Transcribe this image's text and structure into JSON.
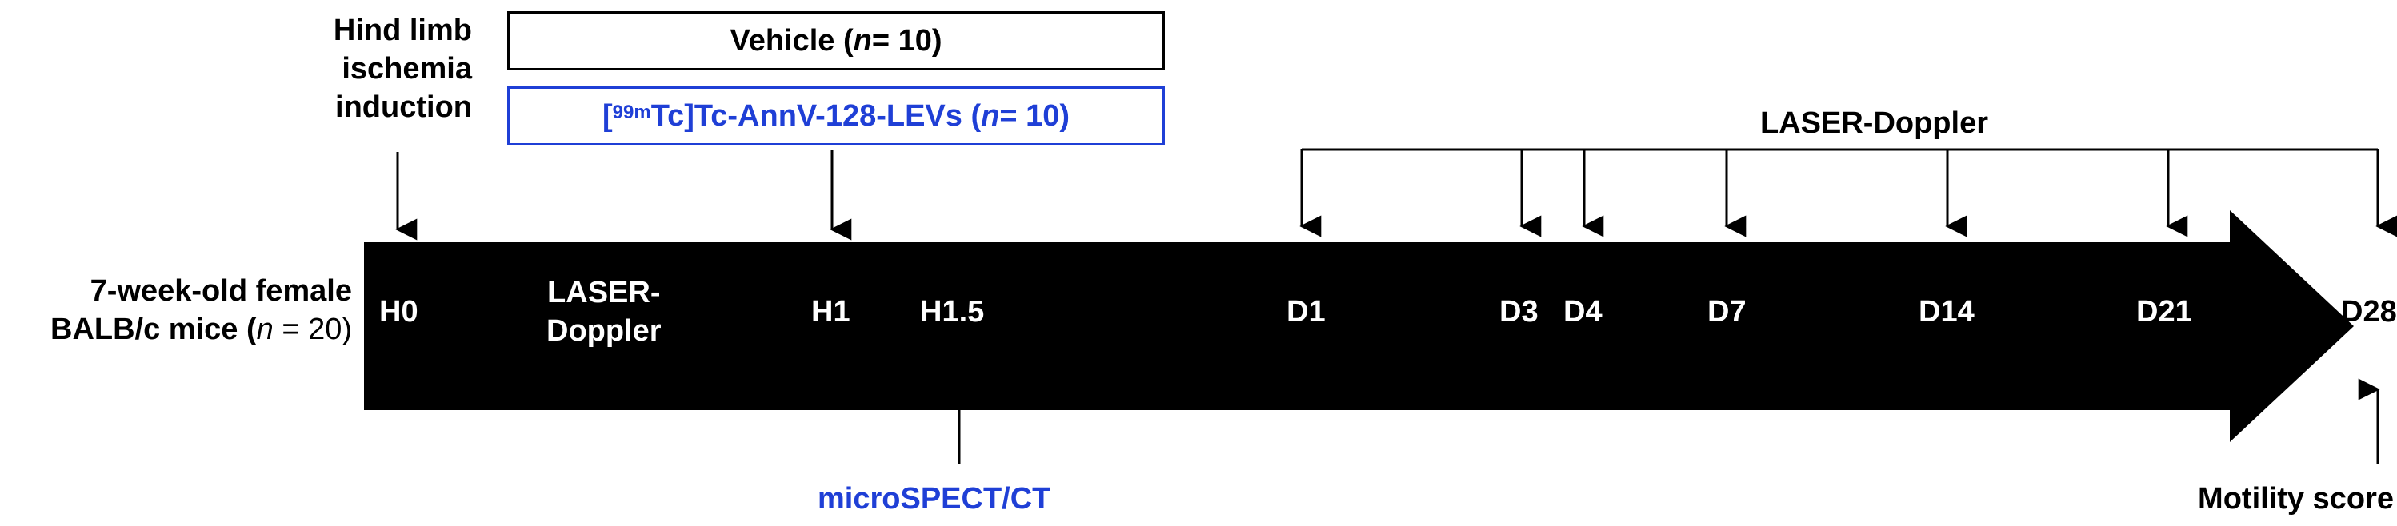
{
  "subjects": {
    "line1": "7-week-old female",
    "line2_prefix": "BALB/c mice (",
    "line2_n": "n",
    "line2_suffix": " = 20)"
  },
  "induction": {
    "line1": "Hind limb",
    "line2": "ischemia",
    "line3": "induction"
  },
  "groups": {
    "vehicle_prefix": "Vehicle (",
    "vehicle_n": "n",
    "vehicle_suffix": " = 10)",
    "treatment_bracket_open": "[",
    "treatment_sup": "99m",
    "treatment_rest": "Tc]Tc-AnnV-128-LEVs (",
    "treatment_n": "n",
    "treatment_suffix": " = 10)"
  },
  "timeline": {
    "H0": "H0",
    "laser_line1": "LASER-",
    "laser_line2": "Doppler",
    "H1": "H1",
    "H1_5": "H1.5",
    "D1": "D1",
    "D3": "D3",
    "D4": "D4",
    "D7": "D7",
    "D14": "D14",
    "D21": "D21",
    "D28": "D28"
  },
  "annotations": {
    "laser_doppler": "LASER-Doppler",
    "microspect": "microSPECT/CT",
    "motility": "Motility score"
  },
  "colors": {
    "arrow": "#000000",
    "accent_blue": "#1f3fd6",
    "text": "#000000",
    "label_on_arrow": "#ffffff"
  }
}
